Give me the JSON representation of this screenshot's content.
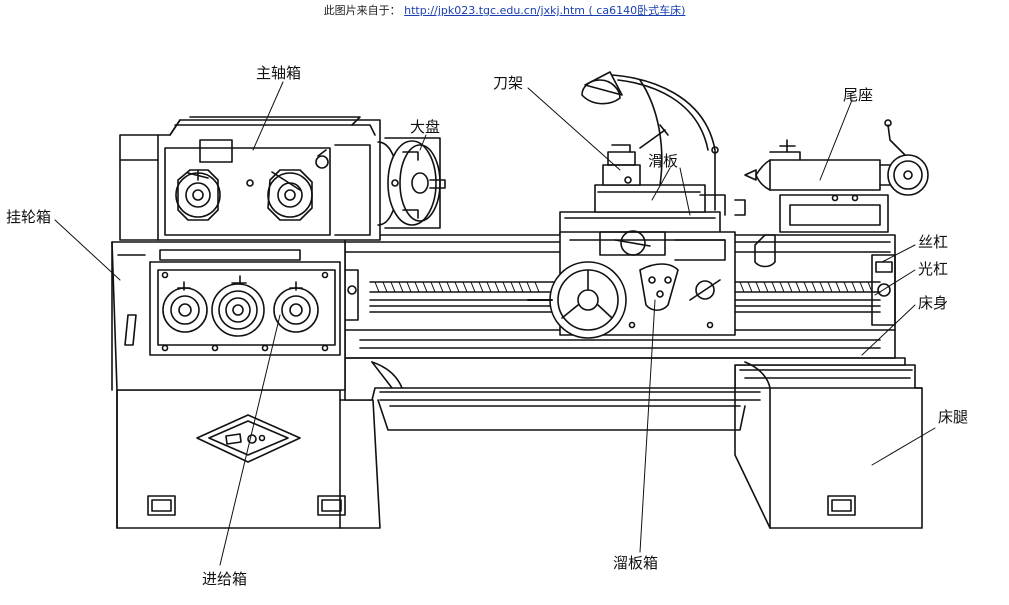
{
  "source": {
    "prefix": "此图片来自于：",
    "link_text": "http://jpk023.tgc.edu.cn/jxkj.htm ( ca6140卧式车床)"
  },
  "labels": {
    "headstock": "主轴箱",
    "chuck": "大盘",
    "tool_post": "刀架",
    "carriage": "滑板",
    "tailstock": "尾座",
    "change_gear_box": "挂轮箱",
    "lead_screw": "丝杠",
    "feed_rod": "光杠",
    "bed": "床身",
    "bed_leg": "床腿",
    "feed_box": "进给箱",
    "apron": "溜板箱"
  },
  "colors": {
    "line": "#111111",
    "link": "#1a3fb0",
    "background": "#ffffff"
  }
}
